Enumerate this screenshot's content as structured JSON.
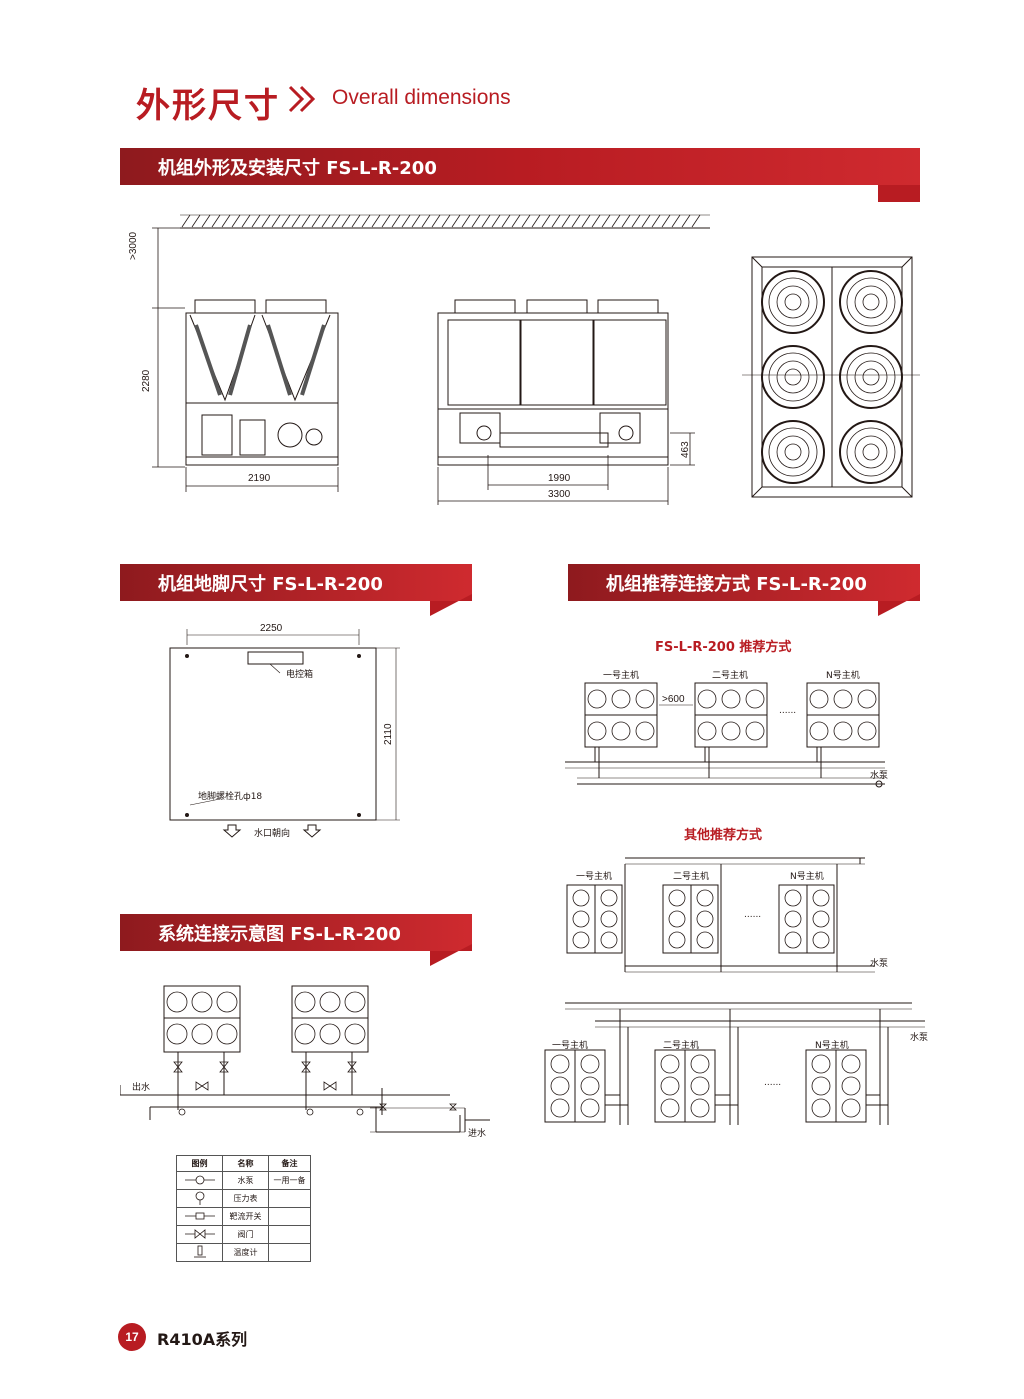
{
  "header": {
    "title_cn": "外形尺寸",
    "title_en": "Overall dimensions"
  },
  "sections": {
    "dimensions": "机组外形及安装尺寸 FS-L-R-200",
    "foundation": "机组地脚尺寸 FS-L-R-200",
    "recommended": "机组推荐连接方式  FS-L-R-200",
    "system": "系统连接示意图  FS-L-R-200"
  },
  "dimension_labels": {
    "clearance": ">3000",
    "height": "2280",
    "side_width": "2190",
    "inner_length": "1990",
    "total_length": "3300",
    "base_height": "463"
  },
  "foundation": {
    "width": "2250",
    "depth": "2110",
    "control_box": "电控箱",
    "bolt_hole": "地脚螺栓孔ф18",
    "water_outlet_direction": "水口朝向"
  },
  "recommended": {
    "subtitle_1": "FS-L-R-200 推荐方式",
    "subtitle_2": "其他推荐方式",
    "unit_1": "一号主机",
    "unit_2": "二号主机",
    "unit_n": "N号主机",
    "spacing": ">600",
    "pump": "水泵",
    "ellipsis": "......"
  },
  "system": {
    "water_out": "出水",
    "water_in": "进水"
  },
  "legend": {
    "headers": [
      "图例",
      "名称",
      "备注"
    ],
    "rows": [
      {
        "name": "水泵",
        "note": "一用一备"
      },
      {
        "name": "压力表",
        "note": ""
      },
      {
        "name": "靶流开关",
        "note": ""
      },
      {
        "name": "阀门",
        "note": ""
      },
      {
        "name": "温度计",
        "note": ""
      }
    ]
  },
  "footer": {
    "page_number": "17",
    "series": "R410A系列"
  },
  "colors": {
    "brand_red": "#b81c22",
    "line": "#231815"
  }
}
